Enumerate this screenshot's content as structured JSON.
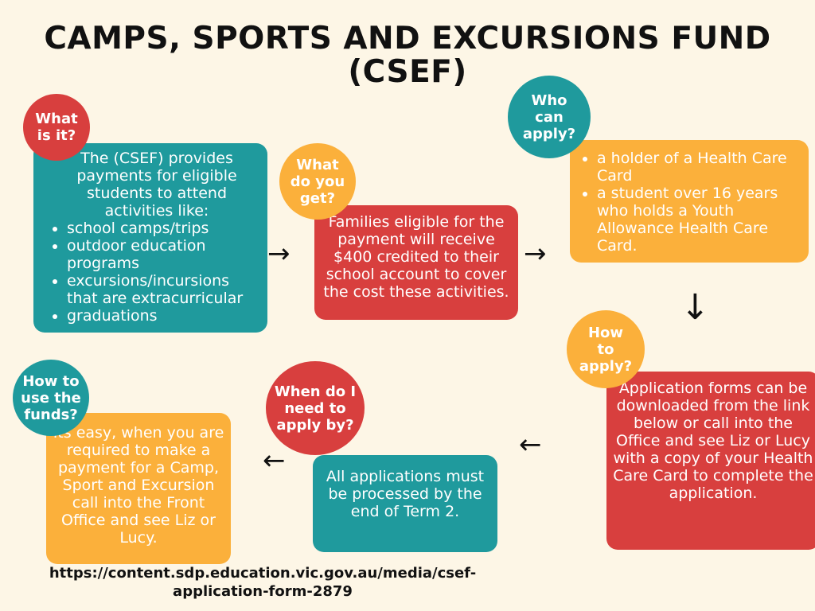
{
  "title": "CAMPS, SPORTS AND EXCURSIONS FUND (CSEF)",
  "steps": {
    "what_is_it": {
      "heading": "What\nis it?",
      "intro": "The  (CSEF) provides payments for eligible students to attend activities like:",
      "items": [
        "school camps/trips",
        "outdoor education programs",
        "excursions/incursions that are extracurricular",
        "graduations"
      ]
    },
    "what_do_you_get": {
      "heading": "What\ndo you\nget?",
      "body": "Families eligible for the payment will receive $400 credited to their school account to cover the cost these activities."
    },
    "who_can_apply": {
      "heading": "Who\ncan\napply?",
      "items": [
        "a holder of a  Health Care Card",
        " a student over 16 years who holds a Youth Allowance Health Care Card."
      ]
    },
    "how_to_apply": {
      "heading": "How\nto\napply?",
      "body": "Application forms can be downloaded from the link below or call into the Office and see Liz or Lucy with a copy of your Health Care Card to complete the application."
    },
    "when_apply_by": {
      "heading": "When do I\nneed to\napply by?",
      "body": "All applications must be processed by the end of Term 2."
    },
    "how_to_use": {
      "heading": "How to\nuse the\nfunds?",
      "body": "Its easy, when you are required to make a payment for a Camp, Sport and Excursion call into the Front Office and see Liz or Lucy."
    }
  },
  "arrows": {
    "right": "→",
    "down": "↓",
    "left": "←"
  },
  "url": "https://content.sdp.education.vic.gov.au/media/csef-application-form-2879",
  "colors": {
    "background": "#fdf6e6",
    "teal": "#1f9a9d",
    "red": "#d83f3e",
    "amber": "#fbb03b"
  }
}
